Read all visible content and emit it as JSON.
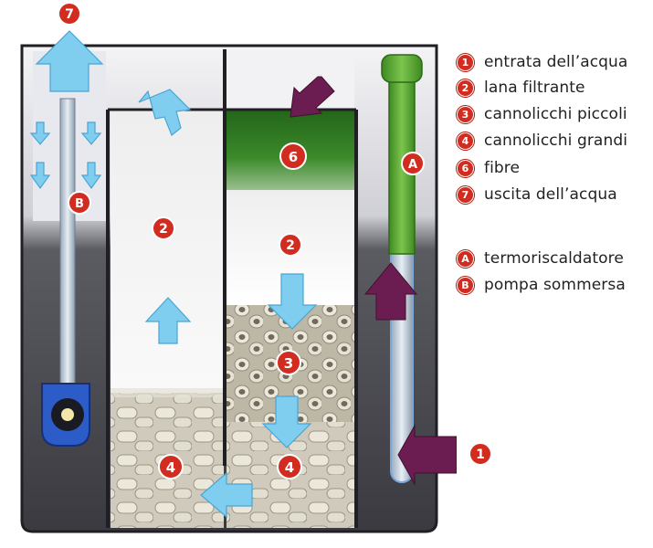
{
  "diagram": {
    "markers": {
      "outlet": "7",
      "pump": "B",
      "heater": "A",
      "wool_left": "2",
      "wool_right": "2",
      "fibre": "6",
      "small_rings": "3",
      "large_rings_left": "4",
      "large_rings_right": "4",
      "inlet": "1"
    },
    "colors": {
      "arrow_flow": "#7fcdef",
      "arrow_external": "#6b1d52",
      "badge": "#d22b1f",
      "fibre": "#2f7d1f",
      "heater_top": "#5aa33a",
      "tank_dark": "#3d3d42",
      "pump_blue": "#2c5cc8"
    }
  },
  "legend": {
    "items": [
      {
        "badge": "1",
        "label": "entrata dell’acqua"
      },
      {
        "badge": "2",
        "label": "lana filtrante"
      },
      {
        "badge": "3",
        "label": "cannolicchi piccoli"
      },
      {
        "badge": "4",
        "label": "cannolicchi grandi"
      },
      {
        "badge": "6",
        "label": "fibre"
      },
      {
        "badge": "7",
        "label": "uscita dell’acqua"
      },
      {
        "badge": "A",
        "label": "termoriscaldatore"
      },
      {
        "badge": "B",
        "label": "pompa sommersa"
      }
    ]
  }
}
